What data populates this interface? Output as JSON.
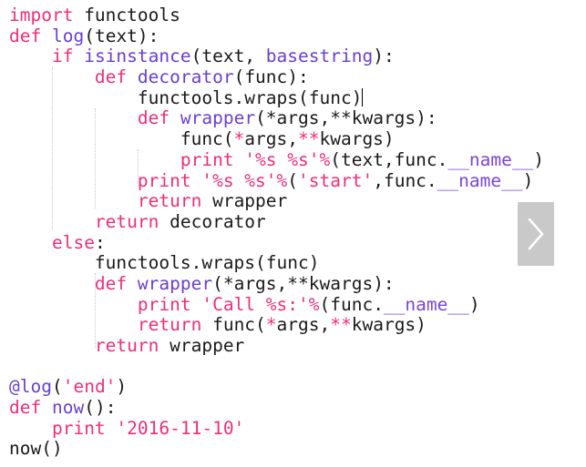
{
  "code_lines": [
    [
      [
        "kw",
        "import"
      ],
      [
        "t",
        " functools"
      ]
    ],
    [
      [
        "kw",
        "def"
      ],
      [
        "t",
        " "
      ],
      [
        "fn",
        "log"
      ],
      [
        "t",
        "(text):"
      ]
    ],
    [
      [
        "t",
        "    "
      ],
      [
        "kw",
        "if"
      ],
      [
        "t",
        " "
      ],
      [
        "fn",
        "isinstance"
      ],
      [
        "t",
        "(text, "
      ],
      [
        "fn",
        "basestring"
      ],
      [
        "t",
        "):"
      ]
    ],
    [
      [
        "t",
        "        "
      ],
      [
        "kw",
        "def"
      ],
      [
        "t",
        " "
      ],
      [
        "fn",
        "decorator"
      ],
      [
        "t",
        "(func):"
      ]
    ],
    [
      [
        "t",
        "            functools.wraps(func)"
      ]
    ],
    [
      [
        "t",
        "            "
      ],
      [
        "kw",
        "def"
      ],
      [
        "t",
        " "
      ],
      [
        "fn",
        "wrapper"
      ],
      [
        "t",
        "(*args,**kwargs):"
      ]
    ],
    [
      [
        "t",
        "                func("
      ],
      [
        "kw",
        "*"
      ],
      [
        "t",
        "args,"
      ],
      [
        "kw",
        "**"
      ],
      [
        "t",
        "kwargs)"
      ]
    ],
    [
      [
        "t",
        "                "
      ],
      [
        "kw",
        "print"
      ],
      [
        "t",
        " "
      ],
      [
        "str",
        "'%s %s'"
      ],
      [
        "kw",
        "%"
      ],
      [
        "t",
        "(text,func."
      ],
      [
        "dunder",
        "__name__"
      ],
      [
        "t",
        ")"
      ]
    ],
    [
      [
        "t",
        "            "
      ],
      [
        "kw",
        "print"
      ],
      [
        "t",
        " "
      ],
      [
        "str",
        "'%s %s'"
      ],
      [
        "kw",
        "%"
      ],
      [
        "t",
        "("
      ],
      [
        "str",
        "'start'"
      ],
      [
        "t",
        ",func."
      ],
      [
        "dunder",
        "__name__"
      ],
      [
        "t",
        ")"
      ]
    ],
    [
      [
        "t",
        "            "
      ],
      [
        "kw",
        "return"
      ],
      [
        "t",
        " wrapper"
      ]
    ],
    [
      [
        "t",
        "        "
      ],
      [
        "kw",
        "return"
      ],
      [
        "t",
        " decorator"
      ]
    ],
    [
      [
        "t",
        "    "
      ],
      [
        "kw",
        "else"
      ],
      [
        "t",
        ":"
      ]
    ],
    [
      [
        "t",
        "        functools.wraps(func)"
      ]
    ],
    [
      [
        "t",
        "        "
      ],
      [
        "kw",
        "def"
      ],
      [
        "t",
        " "
      ],
      [
        "fn",
        "wrapper"
      ],
      [
        "t",
        "(*args,**kwargs):"
      ]
    ],
    [
      [
        "t",
        "            "
      ],
      [
        "kw",
        "print"
      ],
      [
        "t",
        " "
      ],
      [
        "str",
        "'Call %s:'"
      ],
      [
        "kw",
        "%"
      ],
      [
        "t",
        "(func."
      ],
      [
        "dunder",
        "__name__"
      ],
      [
        "t",
        ")"
      ]
    ],
    [
      [
        "t",
        "            "
      ],
      [
        "kw",
        "return"
      ],
      [
        "t",
        " func("
      ],
      [
        "kw",
        "*"
      ],
      [
        "t",
        "args,"
      ],
      [
        "kw",
        "**"
      ],
      [
        "t",
        "kwargs)"
      ]
    ],
    [
      [
        "t",
        "        "
      ],
      [
        "kw",
        "return"
      ],
      [
        "t",
        " wrapper"
      ]
    ],
    [],
    [
      [
        "dec",
        "@log"
      ],
      [
        "t",
        "("
      ],
      [
        "str",
        "'end'"
      ],
      [
        "t",
        ")"
      ]
    ],
    [
      [
        "kw",
        "def"
      ],
      [
        "t",
        " "
      ],
      [
        "fn",
        "now"
      ],
      [
        "t",
        "():"
      ]
    ],
    [
      [
        "t",
        "    "
      ],
      [
        "kw",
        "print"
      ],
      [
        "t",
        " "
      ],
      [
        "str",
        "'2016-11-10'"
      ]
    ],
    [
      [
        "t",
        "now()"
      ]
    ]
  ],
  "nav": {
    "next_icon": "chevron-right-icon"
  },
  "colors": {
    "keyword": "#ee2e7a",
    "function": "#6a3fd0",
    "button_bg": "#c9c9c9"
  }
}
